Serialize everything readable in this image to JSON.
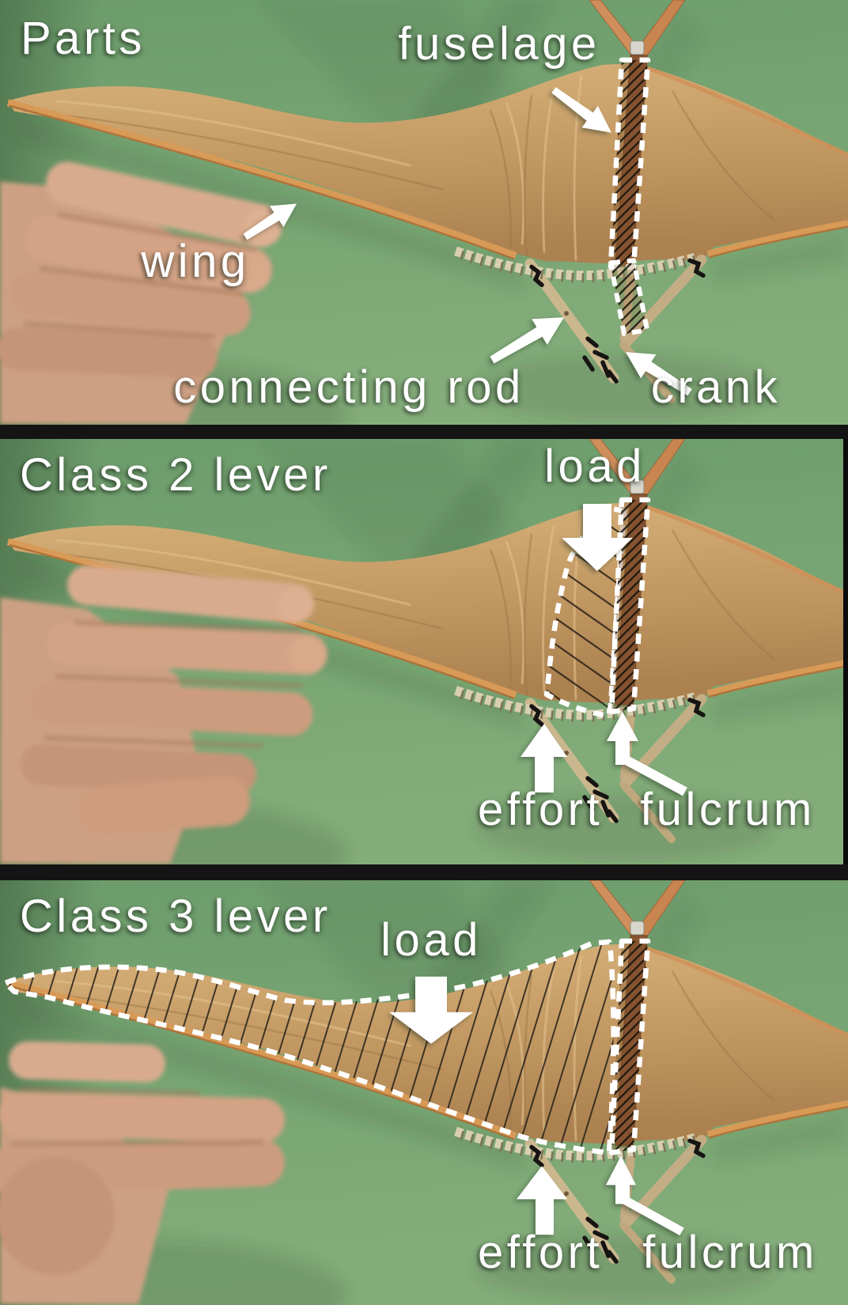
{
  "figure": {
    "colors": {
      "background_green": "#79a674",
      "wing_tan": "#c49a64",
      "annotation_white": "#ffffff",
      "separator_black": "#141414",
      "hatch_black": "#1d1812"
    },
    "panels": [
      {
        "title": "Parts",
        "labels": {
          "fuselage": "fuselage",
          "wing": "wing",
          "connecting_rod": "connecting rod",
          "crank": "crank"
        }
      },
      {
        "title": "Class 2 lever",
        "labels": {
          "load": "load",
          "effort": "effort",
          "fulcrum": "fulcrum"
        }
      },
      {
        "title": "Class 3 lever",
        "labels": {
          "load": "load",
          "effort": "effort",
          "fulcrum": "fulcrum"
        }
      }
    ]
  }
}
